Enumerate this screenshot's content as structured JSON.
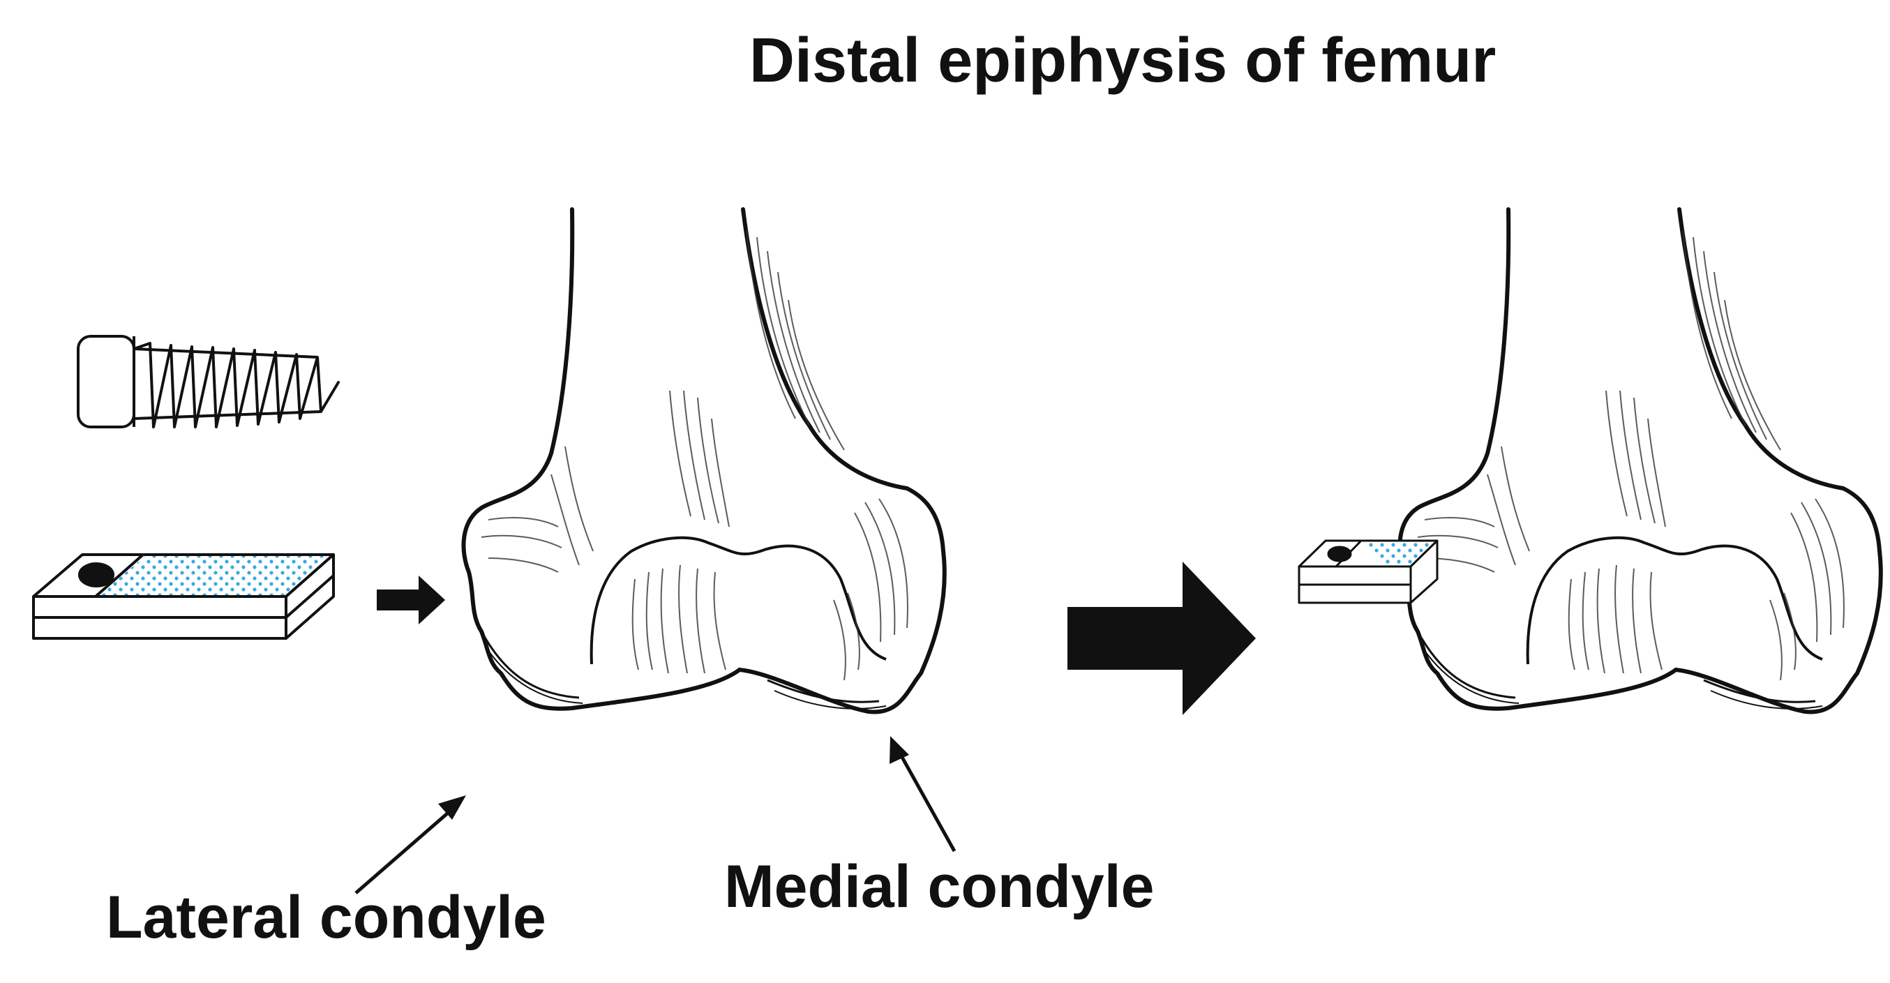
{
  "title": "Distal epiphysis of femur",
  "labels": {
    "lateral_condyle": "Lateral condyle",
    "medial_condyle": "Medial condyle"
  },
  "icons": {
    "screw": "screw-icon",
    "implant": "implant-block-icon",
    "femur": "femur-illustration"
  },
  "colors": {
    "ink": "#111111",
    "implant_dots": "#38a9e0",
    "background": "#ffffff"
  }
}
